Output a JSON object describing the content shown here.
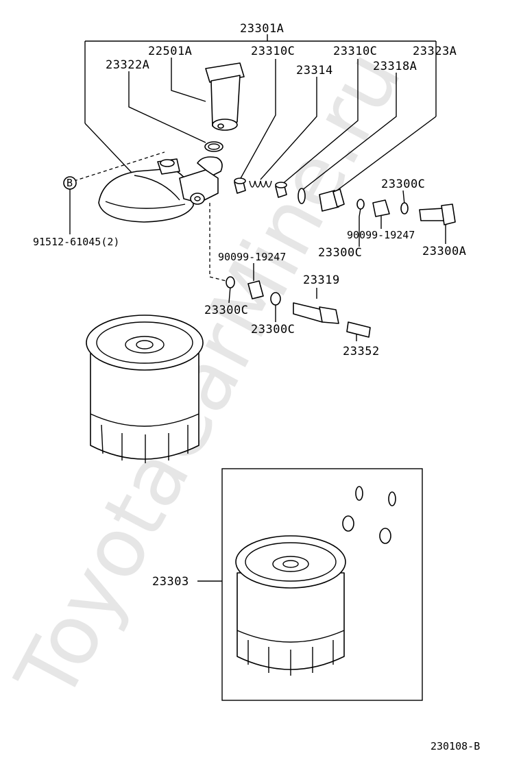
{
  "watermark": "ToyotaCarMine.ru",
  "diagram_code": "230108-B",
  "labels": {
    "l23301A": "23301A",
    "l22501A": "22501A",
    "l23310C_a": "23310C",
    "l23310C_b": "23310C",
    "l23323A": "23323A",
    "l23322A": "23322A",
    "l23314": "23314",
    "l23318A": "23318A",
    "l23300C_a": "23300C",
    "l90099_a": "90099-19247",
    "l23300C_b": "23300C",
    "l23300A": "23300A",
    "l91512": "91512-61045(2)",
    "l90099_b": "90099-19247",
    "l23300C_c": "23300C",
    "l23300C_d": "23300C",
    "l23319": "23319",
    "l23352": "23352",
    "l23303": "23303",
    "marker_b": "B"
  }
}
